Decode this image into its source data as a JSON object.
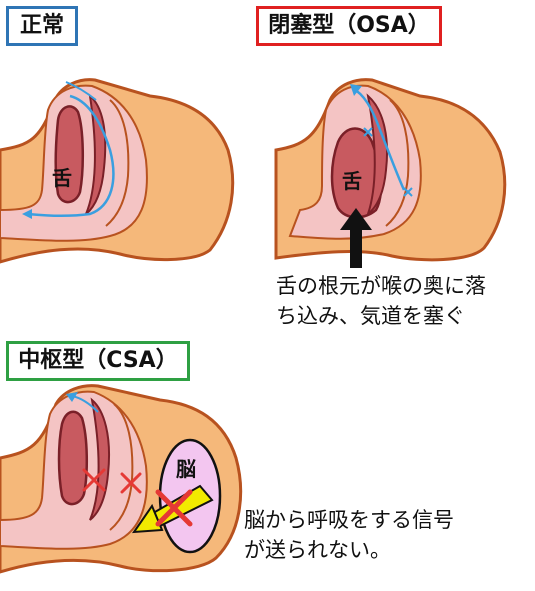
{
  "normal": {
    "label": "正常",
    "tongue_label": "舌"
  },
  "osa": {
    "label": "閉塞型（OSA）",
    "tongue_label": "舌",
    "caption_line1": "舌の根元が喉の奥に落",
    "caption_line2": "ち込み、気道を塞ぐ"
  },
  "csa": {
    "label": "中枢型（CSA）",
    "brain_label": "脳",
    "caption_line1": "脳から呼吸をする信号",
    "caption_line2": "が送られない。"
  },
  "colors": {
    "skin": "#f5b87a",
    "skin_outline": "#b8521f",
    "tissue": "#f4c4c4",
    "tongue": "#c85a60",
    "tongue_outline": "#7a2028",
    "airflow": "#3a9fe0",
    "blocked_mark": "#e53935",
    "brain_fill": "#f3c6f0",
    "signal_arrow": "#f2ea00",
    "normal_border": "#2f75b5",
    "osa_border": "#e02020",
    "csa_border": "#2ea043"
  }
}
